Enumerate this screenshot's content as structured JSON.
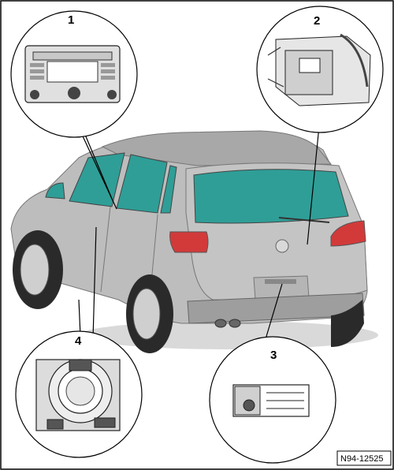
{
  "diagram": {
    "callouts": [
      {
        "id": "1",
        "label": "1",
        "component": "radio-head-unit"
      },
      {
        "id": "2",
        "label": "2",
        "component": "control-unit-rear"
      },
      {
        "id": "3",
        "label": "3",
        "component": "rearview-camera"
      },
      {
        "id": "4",
        "label": "4",
        "component": "steering-column-switch"
      }
    ],
    "figure_id": "N94-12525",
    "colors": {
      "body": "#bdbdbd",
      "body_dark": "#8c8c8c",
      "glass": "#2f9e97",
      "taillight": "#d23a3a",
      "tire": "#2a2a2a",
      "outline": "#000000"
    }
  }
}
